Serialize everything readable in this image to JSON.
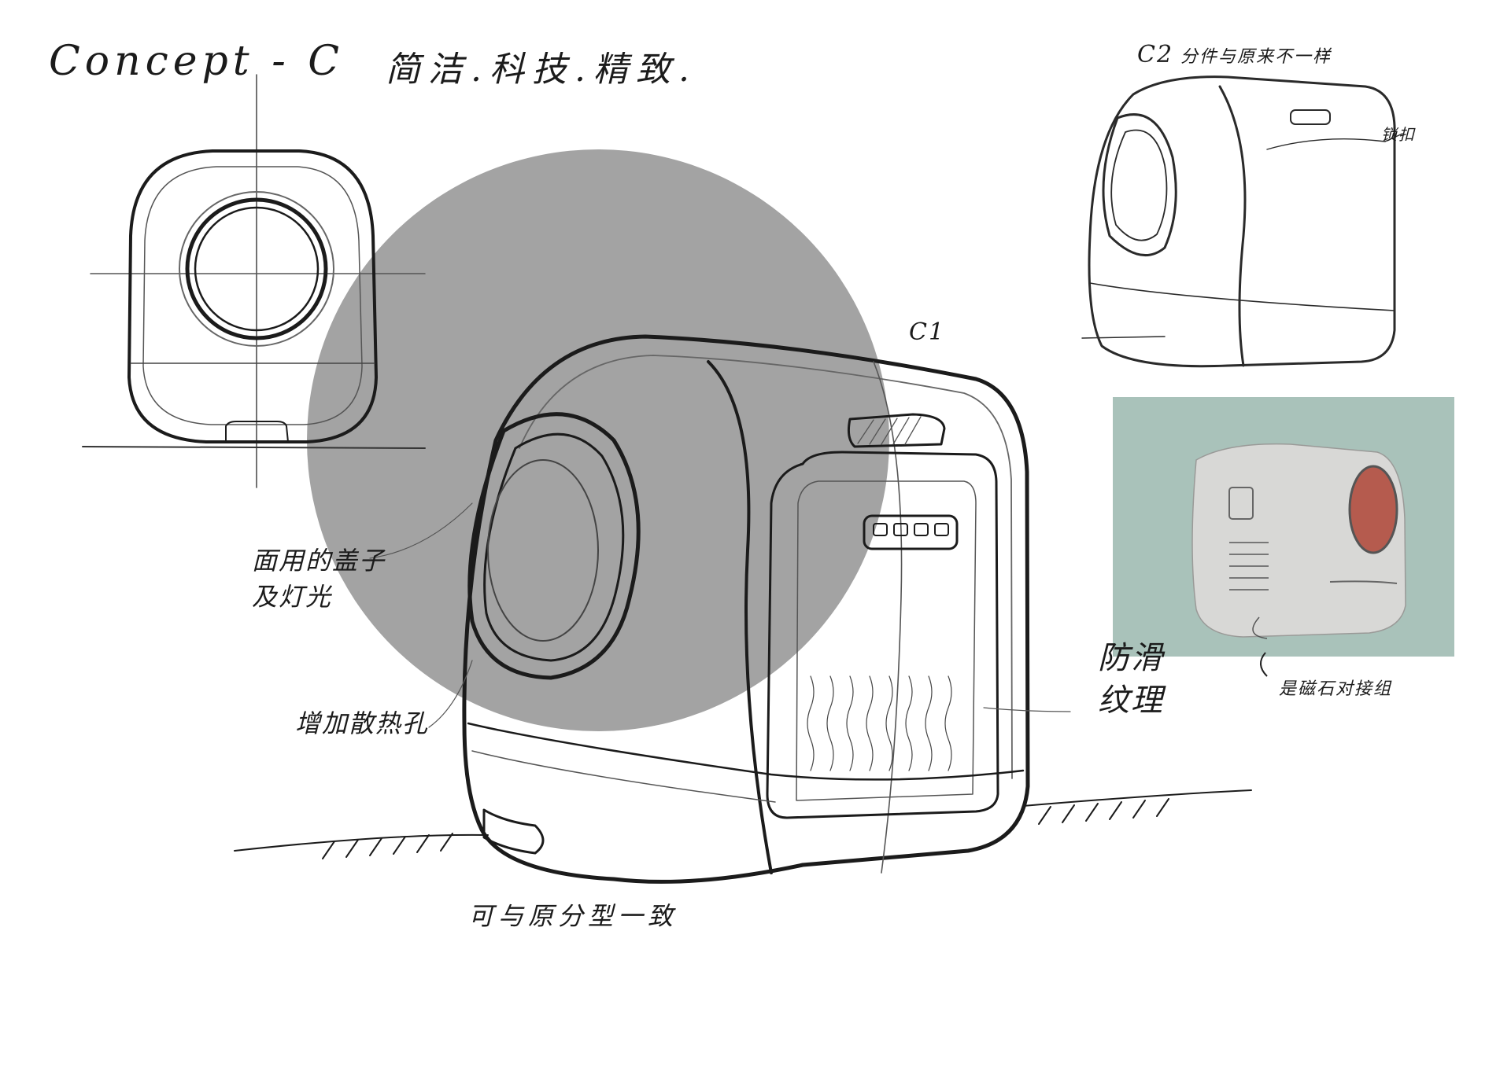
{
  "annotations": {
    "title": "Concept - C",
    "keywords": "简洁.科技.精致.",
    "c2_label": "C2",
    "c2_note": "分件与原来不一样",
    "c1_label": "C1",
    "lock_note": "锁扣",
    "light_note_line1": "面用的盖子",
    "light_note_line2": "及灯光",
    "hole_note": "增加散热孔",
    "texture_note_line1": "防滑",
    "texture_note_line2": "纹理",
    "split_note": "可与原分型一致",
    "magnet_note": "是磁石对接组"
  },
  "colors": {
    "ink": "#1b1b1b",
    "pencil": "#8a8a8a",
    "backdrop_circle": "#a3a3a3",
    "render_panel": "#a9c2ba",
    "render_body": "#d8d8d6",
    "render_door": "#b55b4e"
  }
}
